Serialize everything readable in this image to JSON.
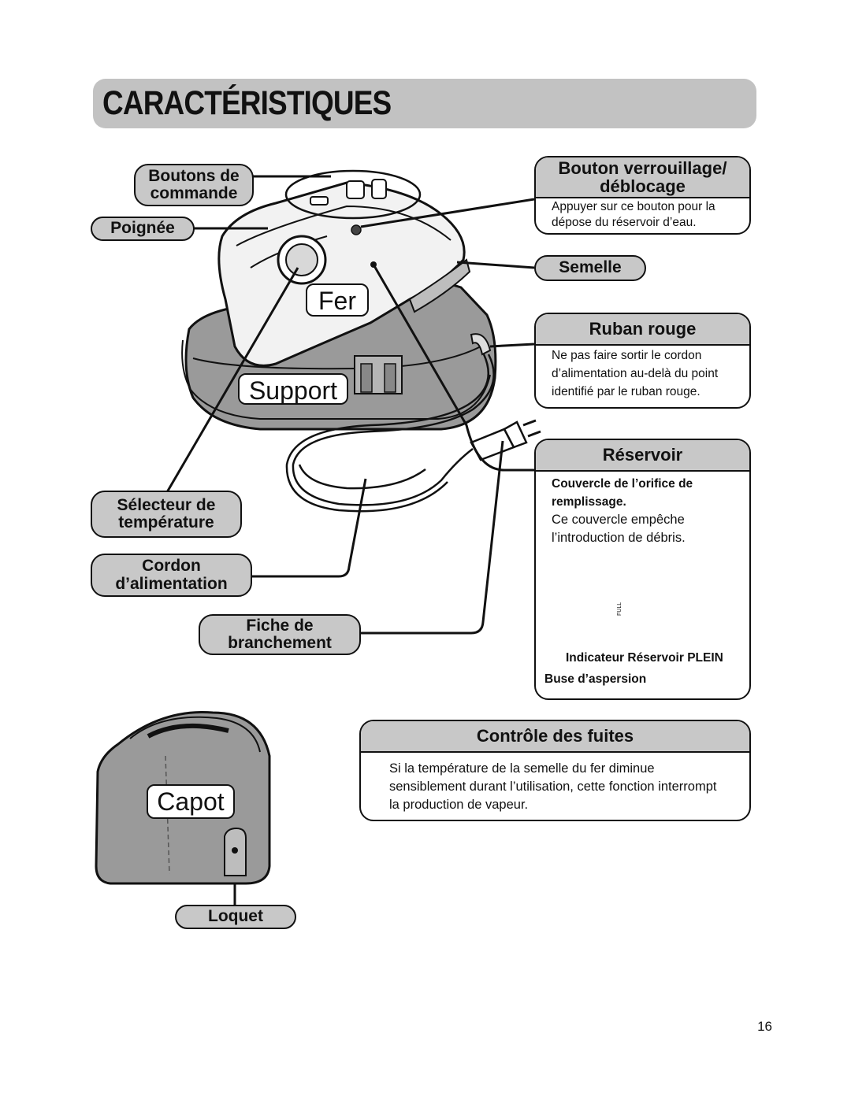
{
  "title": "CARACTÉRISTIQUES",
  "labels": {
    "boutons_commande": [
      "Boutons de",
      "commande"
    ],
    "poignee": "Poignée",
    "fer": "Fer",
    "support": "Support",
    "selecteur": [
      "Sélecteur de",
      "température"
    ],
    "cordon": [
      "Cordon",
      "d’alimentation"
    ],
    "fiche": [
      "Fiche de",
      "branchement"
    ],
    "semelle": "Semelle",
    "capot": "Capot",
    "loquet": "Loquet"
  },
  "boxes": {
    "verrouillage": {
      "title": [
        "Bouton verrouillage/",
        "déblocage"
      ],
      "body": [
        "Appuyer sur ce bouton pour la",
        "dépose du réservoir d’eau."
      ]
    },
    "ruban": {
      "title": "Ruban rouge",
      "body": [
        "Ne pas faire sortir le cordon",
        "d’alimentation au-delà du point",
        "identifié par le ruban rouge."
      ]
    },
    "reservoir": {
      "title": "Réservoir",
      "subtitle": [
        "Couvercle de l’orifice de",
        "remplissage."
      ],
      "body": [
        "Ce couvercle empêche",
        "l’introduction de débris."
      ],
      "full_mark": "FULL",
      "indicator": "Indicateur Réservoir PLEIN",
      "nozzle": "Buse d’aspersion"
    },
    "fuites": {
      "title": "Contrôle des fuites",
      "body": [
        "Si la température de la semelle du fer diminue",
        "sensiblement durant l’utilisation, cette fonction interrompt",
        "la production de vapeur."
      ]
    }
  },
  "page_number": "16",
  "colors": {
    "fill_gray": "#c8c8c8",
    "title_gray": "#c2c2c2",
    "ink": "#111111"
  }
}
